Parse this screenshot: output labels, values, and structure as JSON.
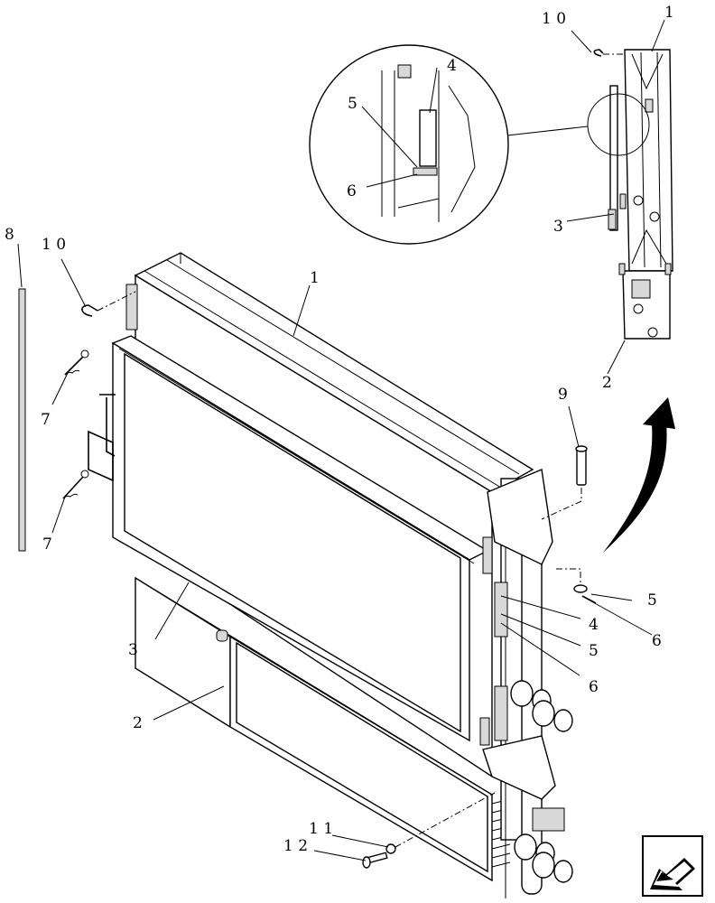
{
  "callouts": {
    "c1": "1",
    "c2": "2",
    "c3": "3",
    "c4": "4",
    "c5": "5",
    "c6": "6",
    "c7": "7",
    "c8": "8",
    "c9": "9",
    "c10": "1 0",
    "c11": "1 1",
    "c12": "1 2"
  },
  "icons": {
    "nav_arrow": "back-arrow-icon",
    "rotate_arrow": "curved-arrow-icon"
  }
}
